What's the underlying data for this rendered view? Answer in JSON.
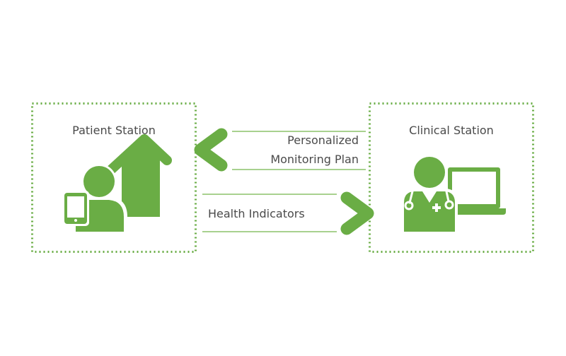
{
  "colors": {
    "accent": "#6aad45",
    "line": "#8cc26a",
    "text": "#4a4a4a"
  },
  "patient_station": {
    "title": "Patient Station",
    "icons": [
      "person-icon",
      "house-icon",
      "tablet-icon"
    ]
  },
  "clinical_station": {
    "title": "Clinical Station",
    "icons": [
      "doctor-icon",
      "stethoscope-icon",
      "monitor-icon"
    ]
  },
  "flows": {
    "to_patient": {
      "line1": "Personalized",
      "line2": "Monitoring Plan",
      "icon": "chevron-left-icon"
    },
    "to_clinical": {
      "label": "Health Indicators",
      "icon": "chevron-right-icon"
    }
  }
}
